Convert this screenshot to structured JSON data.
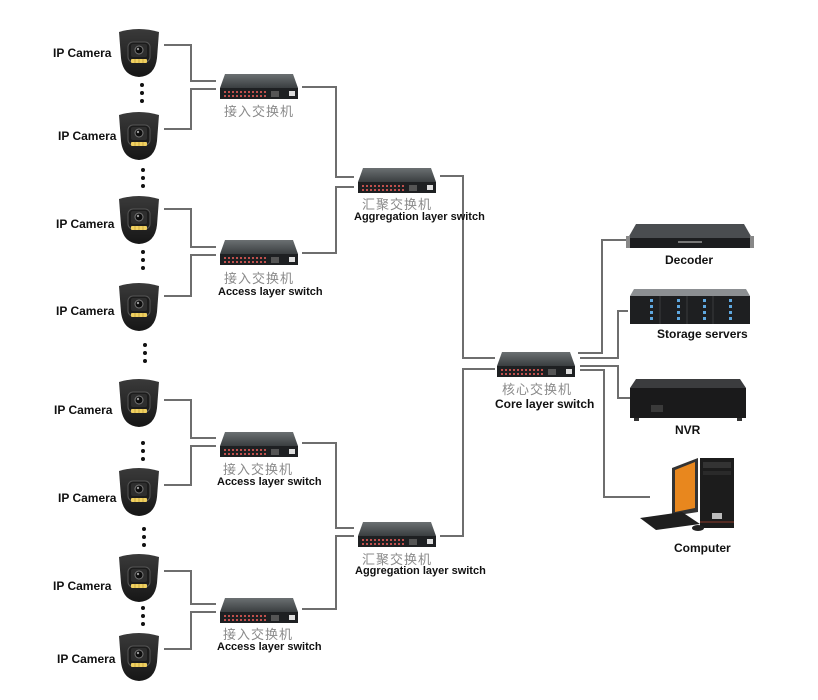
{
  "cameras": [
    {
      "label": "IP Camera"
    },
    {
      "label": "IP Camera"
    },
    {
      "label": "IP Camera"
    },
    {
      "label": "IP Camera"
    },
    {
      "label": "IP Camera"
    },
    {
      "label": "IP Camera"
    },
    {
      "label": "IP Camera"
    },
    {
      "label": "IP Camera"
    }
  ],
  "access_switches": [
    {
      "label_cn": "接入交换机",
      "label_en": ""
    },
    {
      "label_cn": "接入交换机",
      "label_en": "Access layer switch"
    },
    {
      "label_cn": "接入交换机",
      "label_en": "Access layer switch"
    },
    {
      "label_cn": "接入交换机",
      "label_en": "Access layer switch"
    }
  ],
  "aggregation_switches": [
    {
      "label_cn": "汇聚交换机",
      "label_en": "Aggregation layer switch"
    },
    {
      "label_cn": "汇聚交换机",
      "label_en": "Aggregation layer switch"
    }
  ],
  "core_switch": {
    "label_cn": "核心交换机",
    "label_en": "Core layer switch"
  },
  "devices": [
    {
      "label": "Decoder"
    },
    {
      "label": "Storage servers"
    },
    {
      "label": "NVR"
    },
    {
      "label": "Computer"
    }
  ],
  "colors": {
    "connector": "#6e6e6e",
    "device_body": "#2b2b2b",
    "screen": "#e8871e"
  }
}
